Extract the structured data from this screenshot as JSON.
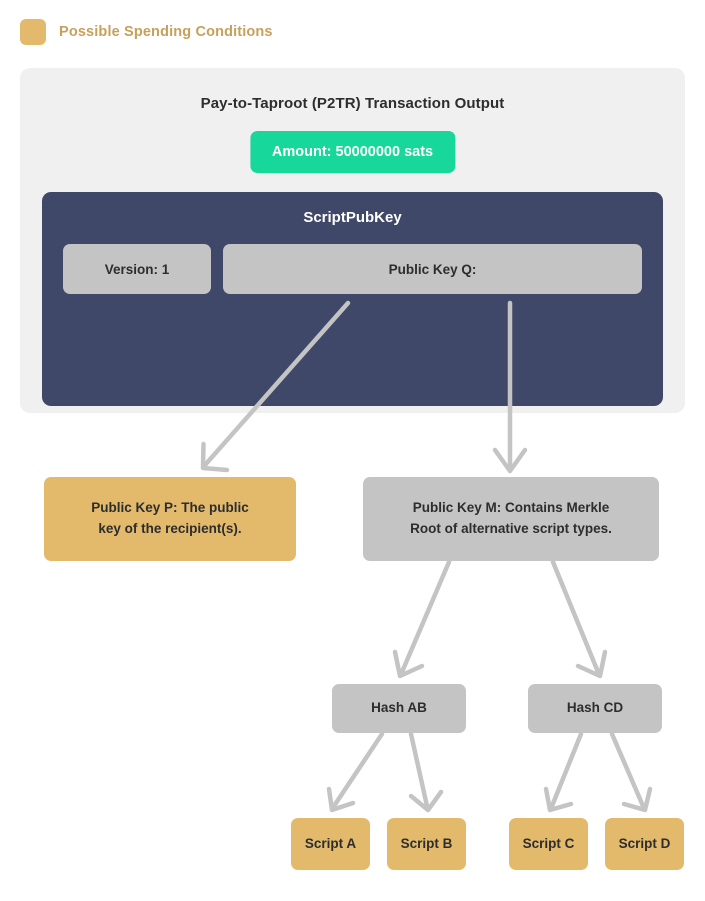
{
  "legend": {
    "swatch_color": "#e3ba6c",
    "label": "Possible Spending Conditions",
    "label_color": "#c7a05a"
  },
  "card": {
    "title": "Pay-to-Taproot (P2TR) Transaction Output",
    "background": "#f0f0f0",
    "amount_badge": {
      "label": "Amount: 50000000 sats",
      "color": "#17d79a"
    },
    "script_pub_key": {
      "title": "ScriptPubKey",
      "background": "#3f4868",
      "fields": [
        {
          "label": "Version: 1"
        },
        {
          "label": "Public Key Q:"
        }
      ]
    }
  },
  "tree": {
    "key_path": {
      "label": "Public Key P: The public key of the recipient(s).",
      "line1": "Public Key P: The public",
      "line2": "key of the recipient(s).",
      "color": "#e3ba6c"
    },
    "script_path": {
      "label": "Public Key M: Contains Merkle Root of alternative script types.",
      "line1": "Public Key M: Contains Merkle",
      "line2": "Root of alternative script types.",
      "color": "#c4c4c4"
    },
    "hashes": [
      {
        "label": "Hash AB",
        "color": "#c4c4c4"
      },
      {
        "label": "Hash CD",
        "color": "#c4c4c4"
      }
    ],
    "scripts": [
      {
        "label": "Script A",
        "color": "#e3ba6c"
      },
      {
        "label": "Script B",
        "color": "#e3ba6c"
      },
      {
        "label": "Script C",
        "color": "#e3ba6c"
      },
      {
        "label": "Script D",
        "color": "#e3ba6c"
      }
    ],
    "connector_color": "#c4c4c4"
  }
}
